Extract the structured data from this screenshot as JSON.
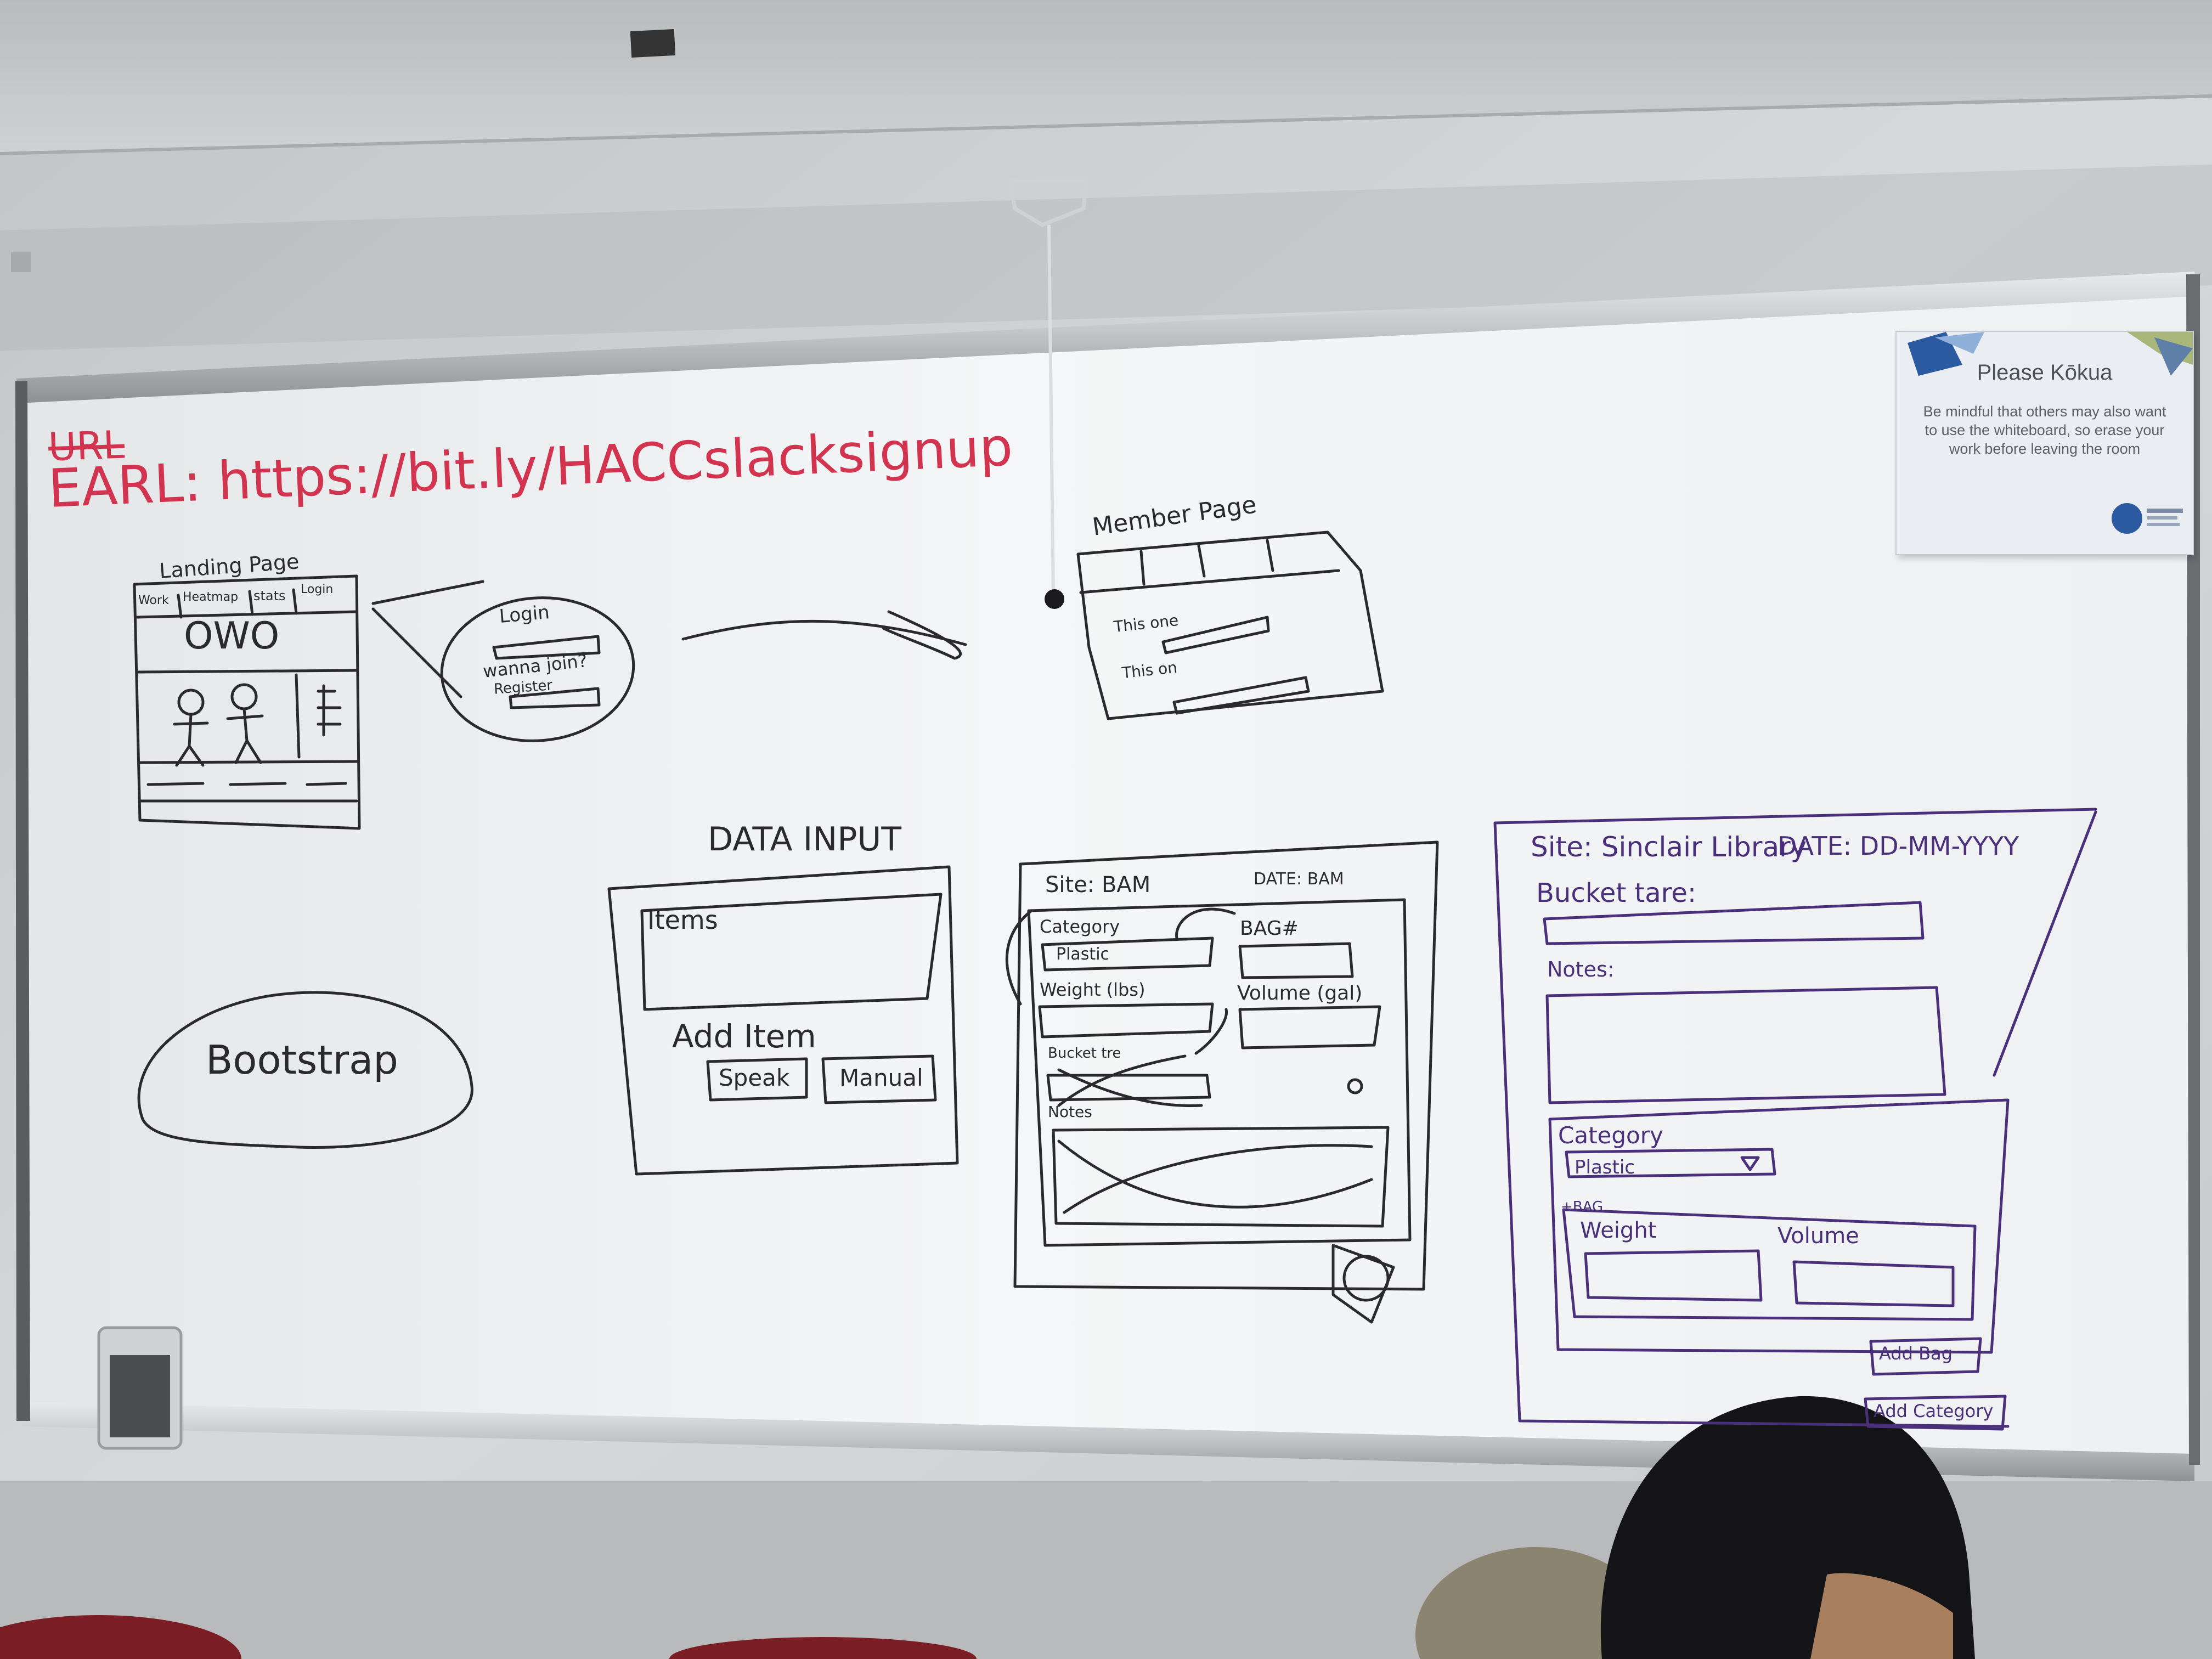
{
  "board": {
    "url_strike": "URL",
    "url_line": "EARL: https://bit.ly/HACCslacksignup",
    "landing": {
      "title": "Landing Page",
      "nav": [
        "Work",
        "Heatmap",
        "stats",
        "Login"
      ],
      "logo": "OWO"
    },
    "login_bubble": {
      "login": "Login",
      "join": "wanna join?",
      "register": "Register"
    },
    "member": {
      "title": "Member Page",
      "row1": "This one",
      "row2": "This on"
    },
    "bootstrap": "Bootstrap",
    "data_input": {
      "title": "DATA INPUT",
      "items": "Items",
      "add_item": "Add Item",
      "speak": "Speak",
      "manual": "Manual"
    },
    "form_a": {
      "site": "Site: BAM",
      "date": "DATE: BAM",
      "category": "Category",
      "category_value": "Plastic",
      "bag": "BAG#",
      "weight": "Weight (lbs)",
      "volume": "Volume (gal)",
      "bucket": "Bucket tre",
      "notes": "Notes"
    },
    "form_b": {
      "site": "Site: Sinclair Library",
      "date": "DATE: DD-MM-YYYY",
      "bucket_tare": "Bucket tare:",
      "notes": "Notes:",
      "category": "Category",
      "category_value": "Plastic",
      "bag": "+BAG",
      "weight": "Weight",
      "volume": "Volume",
      "add_bag": "Add Bag",
      "add_category": "Add Category"
    }
  },
  "notice": {
    "title": "Please Kōkua",
    "body": "Be mindful that others may also want to use the whiteboard, so erase your work before leaving the room"
  },
  "colors": {
    "red_marker": "#d2334f",
    "black_marker": "#2a2a2e",
    "purple_marker": "#4a2f7a",
    "board": "#f2f3f4"
  }
}
